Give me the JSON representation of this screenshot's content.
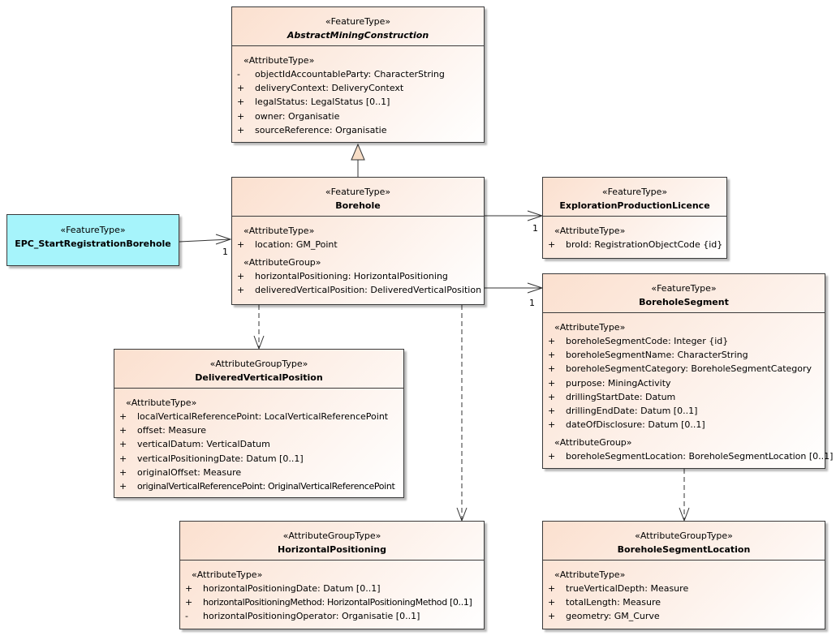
{
  "classes": {
    "abstract_mining": {
      "stereotype": "«FeatureType»",
      "name": "AbstractMiningConstruction",
      "groups": [
        {
          "label": "«AttributeType»",
          "rows": [
            {
              "vis": "-",
              "text": "objectIdAccountableParty: CharacterString"
            },
            {
              "vis": "+",
              "text": "deliveryContext: DeliveryContext"
            },
            {
              "vis": "+",
              "text": "legalStatus: LegalStatus [0..1]"
            },
            {
              "vis": "+",
              "text": "owner: Organisatie"
            },
            {
              "vis": "+",
              "text": "sourceReference: Organisatie"
            }
          ]
        }
      ]
    },
    "borehole": {
      "stereotype": "«FeatureType»",
      "name": "Borehole",
      "groups": [
        {
          "label": "«AttributeType»",
          "rows": [
            {
              "vis": "+",
              "text": "location: GM_Point"
            }
          ]
        },
        {
          "label": "«AttributeGroup»",
          "rows": [
            {
              "vis": "+",
              "text": "horizontalPositioning: HorizontalPositioning"
            },
            {
              "vis": "+",
              "text": "deliveredVerticalPosition: DeliveredVerticalPosition"
            }
          ]
        }
      ]
    },
    "epc_start": {
      "stereotype": "«FeatureType»",
      "name": "EPC_StartRegistrationBorehole"
    },
    "exploration_licence": {
      "stereotype": "«FeatureType»",
      "name": "ExplorationProductionLicence",
      "groups": [
        {
          "label": "«AttributeType»",
          "rows": [
            {
              "vis": "+",
              "text": "broId: RegistrationObjectCode {id}"
            }
          ]
        }
      ]
    },
    "borehole_segment": {
      "stereotype": "«FeatureType»",
      "name": "BoreholeSegment",
      "groups": [
        {
          "label": "«AttributeType»",
          "rows": [
            {
              "vis": "+",
              "text": "boreholeSegmentCode: Integer {id}"
            },
            {
              "vis": "+",
              "text": "boreholeSegmentName: CharacterString"
            },
            {
              "vis": "+",
              "text": "boreholeSegmentCategory: BoreholeSegmentCategory"
            },
            {
              "vis": "+",
              "text": "purpose: MiningActivity"
            },
            {
              "vis": "+",
              "text": "drillingStartDate: Datum"
            },
            {
              "vis": "+",
              "text": "drillingEndDate: Datum [0..1]"
            },
            {
              "vis": "+",
              "text": "dateOfDisclosure: Datum [0..1]"
            }
          ]
        },
        {
          "label": "«AttributeGroup»",
          "rows": [
            {
              "vis": "+",
              "text": "boreholeSegmentLocation: BoreholeSegmentLocation [0..1]"
            }
          ]
        }
      ]
    },
    "delivered_vertical": {
      "stereotype": "«AttributeGroupType»",
      "name": "DeliveredVerticalPosition",
      "groups": [
        {
          "label": "«AttributeType»",
          "rows": [
            {
              "vis": "+",
              "text": "localVerticalReferencePoint: LocalVerticalReferencePoint"
            },
            {
              "vis": "+",
              "text": "offset: Measure"
            },
            {
              "vis": "+",
              "text": "verticalDatum: VerticalDatum"
            },
            {
              "vis": "+",
              "text": "verticalPositioningDate: Datum [0..1]"
            },
            {
              "vis": "+",
              "text": "originalOffset: Measure"
            },
            {
              "vis": "+",
              "text": "originalVerticalReferencePoint: OriginalVerticalReferencePoint"
            }
          ]
        }
      ]
    },
    "horizontal_positioning": {
      "stereotype": "«AttributeGroupType»",
      "name": "HorizontalPositioning",
      "groups": [
        {
          "label": "«AttributeType»",
          "rows": [
            {
              "vis": "+",
              "text": "horizontalPositioningDate: Datum [0..1]"
            },
            {
              "vis": "+",
              "text": "horizontalPositioningMethod: HorizontalPositioningMethod [0..1]"
            },
            {
              "vis": "-",
              "text": "horizontalPositioningOperator: Organisatie [0..1]"
            }
          ]
        }
      ]
    },
    "borehole_segment_location": {
      "stereotype": "«AttributeGroupType»",
      "name": "BoreholeSegmentLocation",
      "groups": [
        {
          "label": "«AttributeType»",
          "rows": [
            {
              "vis": "+",
              "text": "trueVerticalDepth: Measure"
            },
            {
              "vis": "+",
              "text": "totalLength: Measure"
            },
            {
              "vis": "+",
              "text": "geometry: GM_Curve"
            }
          ]
        }
      ]
    }
  },
  "multiplicities": {
    "epc_to_borehole": "1",
    "borehole_to_licence": "1",
    "borehole_to_segment": "1"
  }
}
